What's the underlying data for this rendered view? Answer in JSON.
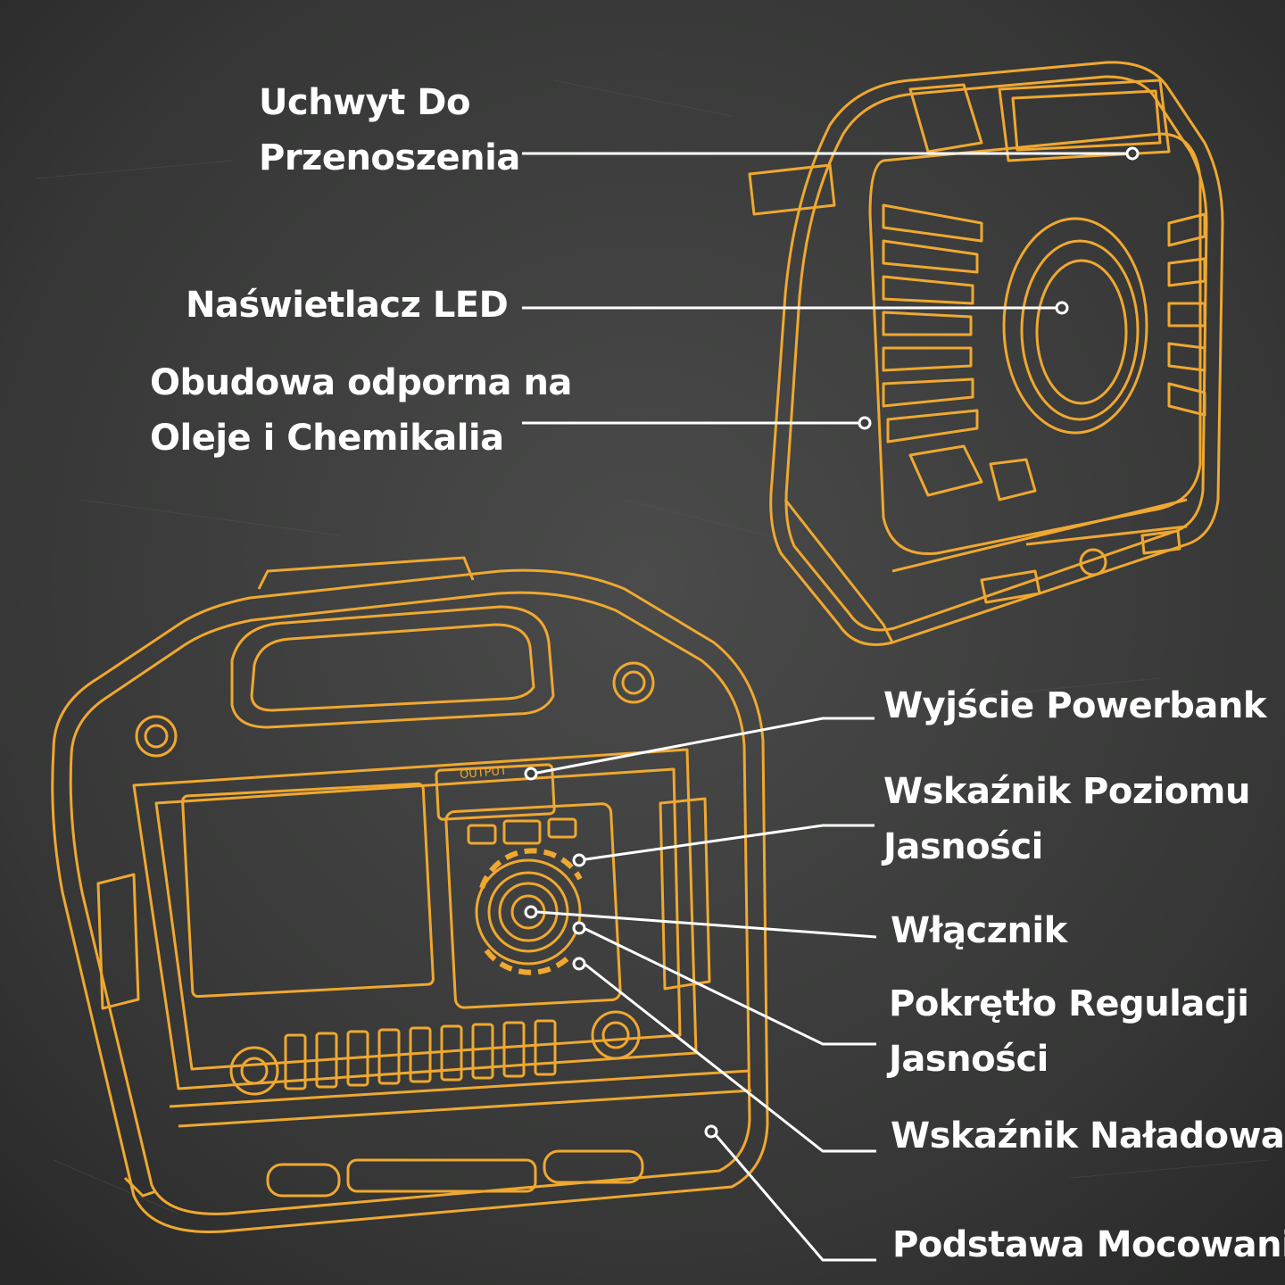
{
  "colors": {
    "background": "#3b3c3b",
    "outline": "#f0a830",
    "leader_line": "#ffffff",
    "text": "#ffffff"
  },
  "labels": {
    "carry_handle": [
      "Uchwyt Do",
      "Przenoszenia"
    ],
    "led_floodlight": [
      "Naświetlacz LED"
    ],
    "housing": [
      "Obudowa odporna na",
      "Oleje i Chemikalia"
    ],
    "powerbank_output": [
      "Wyjście Powerbank"
    ],
    "brightness_indicator": [
      "Wskaźnik Poziomu",
      "Jasności"
    ],
    "power_switch": [
      "Włącznik"
    ],
    "brightness_knob": [
      "Pokrętło Regulacji",
      "Jasności"
    ],
    "charge_indicator": [
      "Wskaźnik Naładowania"
    ],
    "mount_base": [
      "Podstawa Mocowania"
    ]
  },
  "device_text": {
    "output_label": "OUTPUT"
  }
}
